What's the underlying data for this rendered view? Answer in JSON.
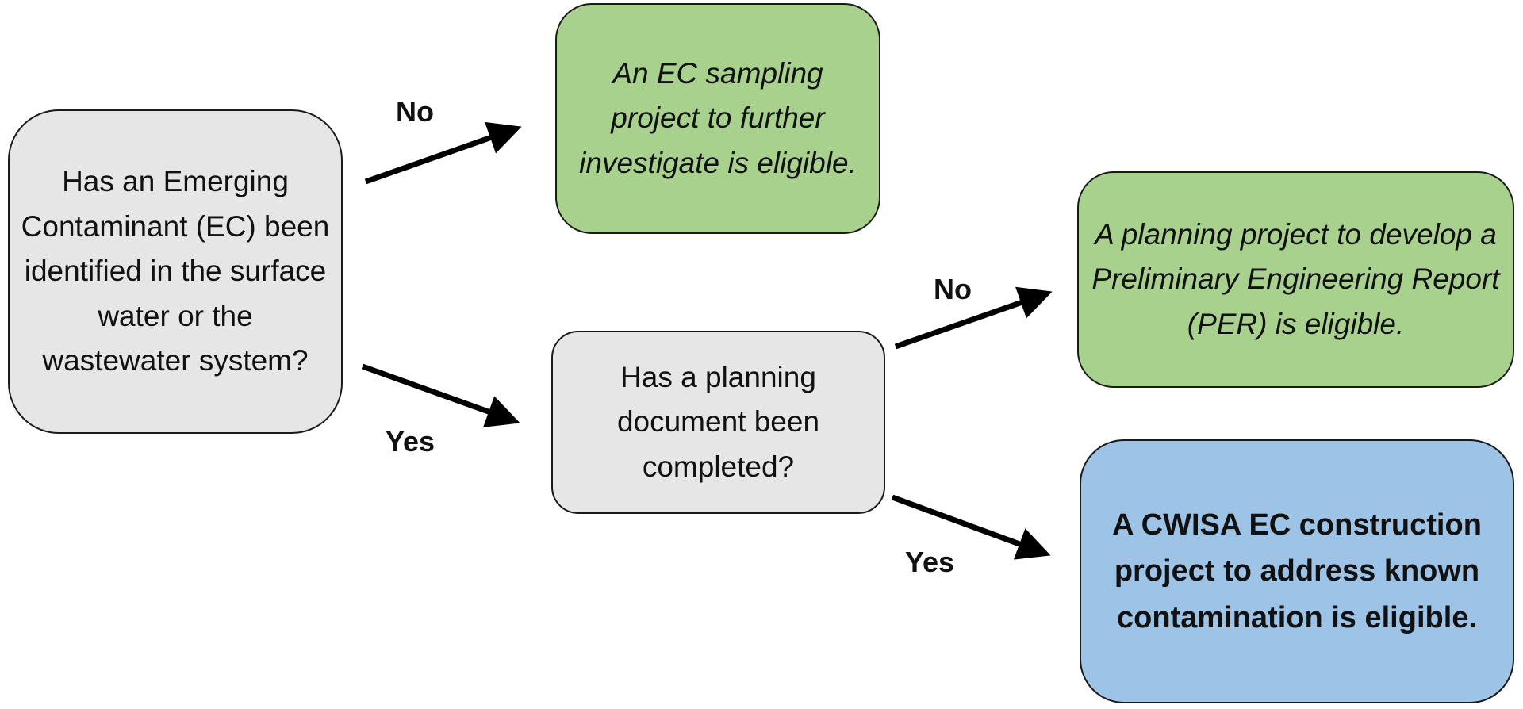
{
  "diagram": {
    "question_main": "Has an Emerging Contaminant (EC) been identified in the surface water or the wastewater system?",
    "question_planning": "Has a planning document been completed?",
    "outcome_sampling": "An EC sampling project to further investigate is eligible.",
    "outcome_planning": "A planning project to develop a Preliminary Engineering Report (PER) is eligible.",
    "outcome_construction": "A CWISA EC construction project to address known contamination is eligible.",
    "edges": {
      "main_no": "No",
      "main_yes": "Yes",
      "planning_no": "No",
      "planning_yes": "Yes"
    }
  },
  "colors": {
    "question_fill": "#e6e6e6",
    "eligible_fill": "#a9d18e",
    "construction_fill": "#9dc3e6",
    "stroke": "#1a1a1a",
    "arrow": "#000000"
  }
}
